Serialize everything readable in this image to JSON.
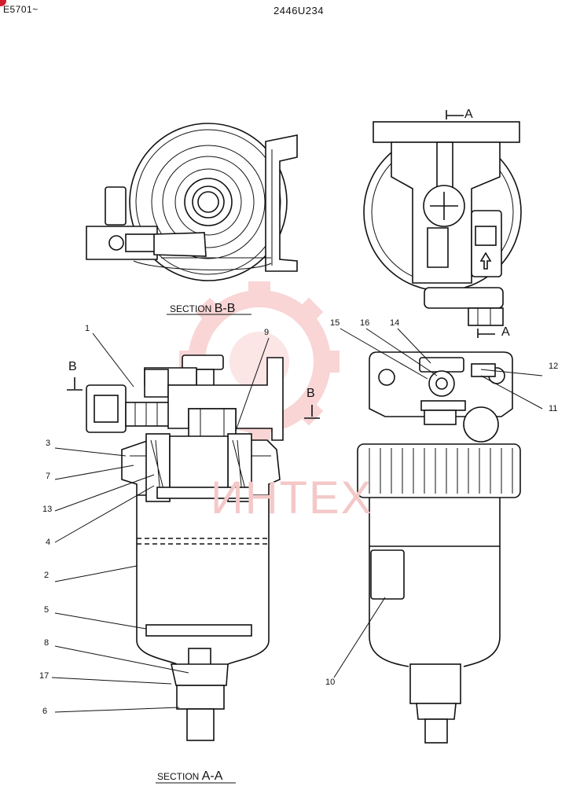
{
  "header": {
    "serial_range": "E5701~",
    "drawing_code": "2446U234"
  },
  "sections": {
    "bb_prefix": "SECTION",
    "bb_suffix": "B-B",
    "aa_prefix": "SECTION",
    "aa_suffix": "A-A"
  },
  "markers": {
    "a_top": "A",
    "a_bottom": "A",
    "b_left": "B",
    "b_right": "B"
  },
  "callouts": {
    "c1": "1",
    "c2": "2",
    "c3": "3",
    "c4": "4",
    "c5": "5",
    "c6": "6",
    "c7": "7",
    "c8": "8",
    "c9": "9",
    "c10": "10",
    "c11": "11",
    "c12": "12",
    "c13": "13",
    "c14": "14",
    "c15": "15",
    "c16": "16",
    "c17": "17"
  },
  "watermark": {
    "text": "ИНТЕХ",
    "color": "#f2a3a3"
  },
  "colors": {
    "line": "#111111",
    "badge": "#d21d2a"
  }
}
